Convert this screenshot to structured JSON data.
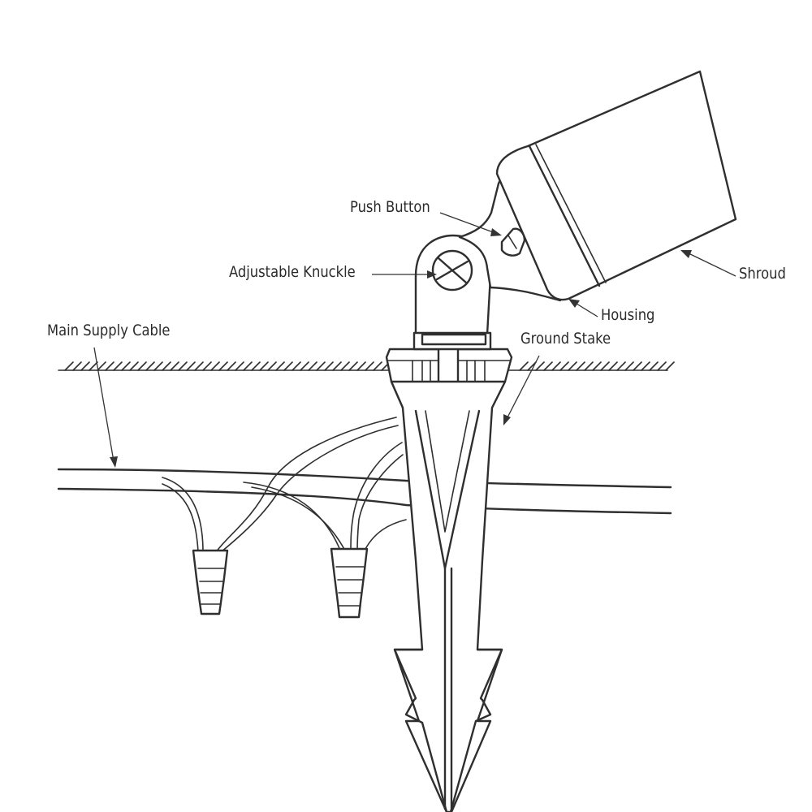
{
  "labels": {
    "push_button": "Push Button",
    "adjustable_knuckle": "Adjustable Knuckle",
    "shroud": "Shroud",
    "housing": "Housing",
    "main_supply_cable": "Main Supply Cable",
    "ground_stake": "Ground Stake"
  },
  "colors": {
    "line": "#2f2f2f",
    "background": "#ffffff"
  }
}
